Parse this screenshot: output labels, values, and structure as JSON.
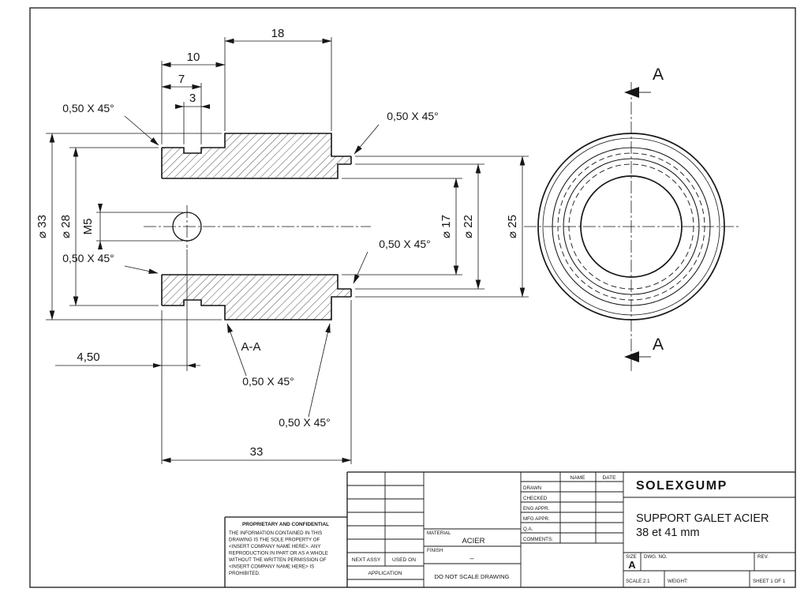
{
  "colors": {
    "ink": "#161616",
    "paper": "#ffffff"
  },
  "drawing_view": {
    "dims": {
      "len_18": "18",
      "len_10": "10",
      "len_7": "7",
      "len_3": "3",
      "len_4_50": "4,50",
      "len_33": "33",
      "dia_33": "⌀ 33",
      "dia_28": "⌀ 28",
      "dia_25": "⌀ 25",
      "dia_22": "⌀ 22",
      "dia_17": "⌀ 17",
      "thread": "M5",
      "chamfer": "0,50 X 45°",
      "section": "A-A",
      "section_arrow": "A"
    }
  },
  "title_block": {
    "proprietary": {
      "title": "PROPRIETARY AND CONFIDENTIAL",
      "lines": [
        "THE INFORMATION CONTAINED IN THIS",
        "DRAWING IS THE SOLE PROPERTY OF",
        "<INSERT COMPANY NAME HERE>.  ANY",
        "REPRODUCTION IN PART OR AS A WHOLE",
        "WITHOUT THE WRITTEN PERMISSION OF",
        "<INSERT COMPANY NAME HERE> IS",
        "PROHIBITED."
      ]
    },
    "application": {
      "next_assy": "NEXT ASSY",
      "used_on": "USED ON",
      "application": "APPLICATION"
    },
    "material_label": "MATERIAL",
    "material_value": "ACIER",
    "finish_label": "FINISH",
    "finish_value": "–",
    "no_scale_note": "DO NOT SCALE DRAWING",
    "approvals": {
      "name_col": "NAME",
      "date_col": "DATE",
      "rows": [
        "DRAWN",
        "CHECKED",
        "ENG APPR.",
        "MFG APPR.",
        "Q.A."
      ],
      "comments": "COMMENTS:"
    },
    "company": "SOLEXGUMP",
    "part_title_line1": "SUPPORT GALET ACIER",
    "part_title_line2": "38 et 41 mm",
    "size_label": "SIZE",
    "size_value": "A",
    "dwg_no_label": "DWG. NO.",
    "rev_label": "REV.",
    "scale_text": "SCALE:2:1",
    "weight_text": "WEIGHT:",
    "sheet_text": "SHEET 1 OF 1"
  }
}
